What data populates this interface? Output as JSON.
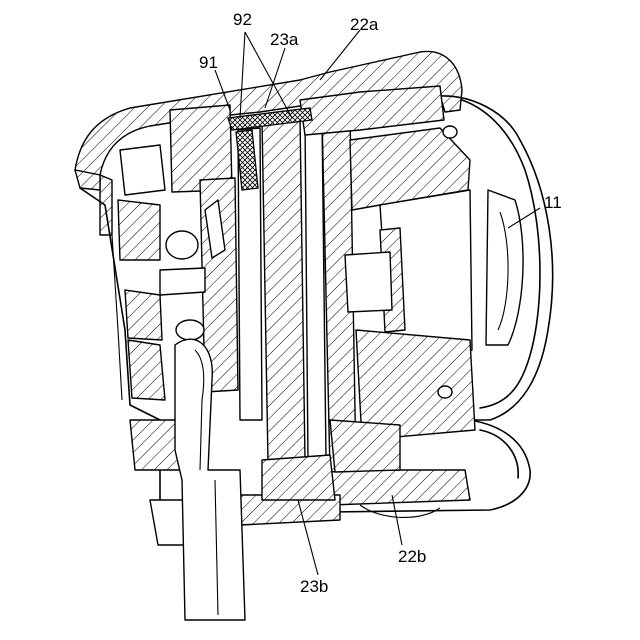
{
  "figure": {
    "labels": {
      "l92": "92",
      "l23a": "23a",
      "l22a": "22a",
      "l91": "91",
      "l11": "11",
      "l23b": "23b",
      "l22b": "22b"
    }
  }
}
